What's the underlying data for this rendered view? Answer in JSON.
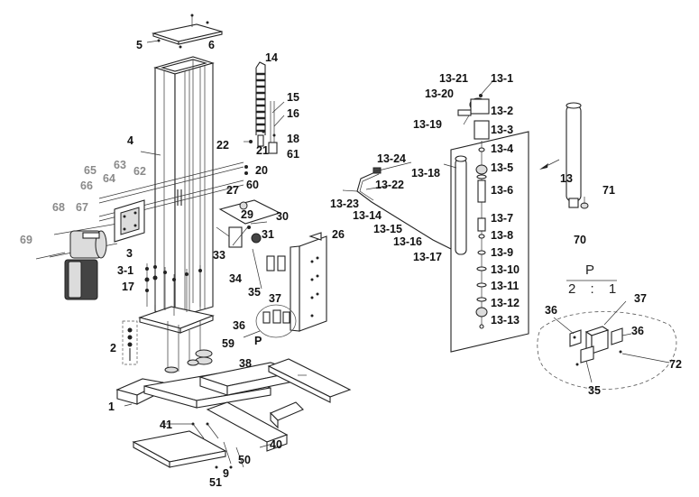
{
  "labels": [
    {
      "id": "5",
      "text": "5",
      "grey": false
    },
    {
      "id": "6",
      "text": "6",
      "grey": false
    },
    {
      "id": "14",
      "text": "14",
      "grey": false
    },
    {
      "id": "15",
      "text": "15",
      "grey": false
    },
    {
      "id": "16",
      "text": "16",
      "grey": false
    },
    {
      "id": "4",
      "text": "4",
      "grey": false
    },
    {
      "id": "22",
      "text": "22",
      "grey": false
    },
    {
      "id": "21",
      "text": "21",
      "grey": false
    },
    {
      "id": "18",
      "text": "18",
      "grey": false
    },
    {
      "id": "61",
      "text": "61",
      "grey": false
    },
    {
      "id": "20",
      "text": "20",
      "grey": false
    },
    {
      "id": "60",
      "text": "60",
      "grey": false
    },
    {
      "id": "65",
      "text": "65",
      "grey": true
    },
    {
      "id": "63",
      "text": "63",
      "grey": true
    },
    {
      "id": "64",
      "text": "64",
      "grey": true
    },
    {
      "id": "62",
      "text": "62",
      "grey": true
    },
    {
      "id": "66",
      "text": "66",
      "grey": true
    },
    {
      "id": "68",
      "text": "68",
      "grey": true
    },
    {
      "id": "67",
      "text": "67",
      "grey": true
    },
    {
      "id": "69",
      "text": "69",
      "grey": true
    },
    {
      "id": "27",
      "text": "27",
      "grey": false
    },
    {
      "id": "29",
      "text": "29",
      "grey": false
    },
    {
      "id": "30",
      "text": "30",
      "grey": false
    },
    {
      "id": "31",
      "text": "31",
      "grey": false
    },
    {
      "id": "33",
      "text": "33",
      "grey": false
    },
    {
      "id": "26",
      "text": "26",
      "grey": false
    },
    {
      "id": "34",
      "text": "34",
      "grey": false
    },
    {
      "id": "35",
      "text": "35",
      "grey": false
    },
    {
      "id": "37",
      "text": "37",
      "grey": false
    },
    {
      "id": "36",
      "text": "36",
      "grey": false
    },
    {
      "id": "P",
      "text": "P",
      "grey": false
    },
    {
      "id": "3",
      "text": "3",
      "grey": false
    },
    {
      "id": "3-1",
      "text": "3-1",
      "grey": false
    },
    {
      "id": "17",
      "text": "17",
      "grey": false
    },
    {
      "id": "2",
      "text": "2",
      "grey": false
    },
    {
      "id": "59",
      "text": "59",
      "grey": false
    },
    {
      "id": "38",
      "text": "38",
      "grey": false
    },
    {
      "id": "1",
      "text": "1",
      "grey": false
    },
    {
      "id": "41",
      "text": "41",
      "grey": false
    },
    {
      "id": "40",
      "text": "40",
      "grey": false
    },
    {
      "id": "50",
      "text": "50",
      "grey": false
    },
    {
      "id": "9",
      "text": "9",
      "grey": false
    },
    {
      "id": "51",
      "text": "51",
      "grey": false
    },
    {
      "id": "13-21",
      "text": "13-21",
      "grey": false
    },
    {
      "id": "13-1",
      "text": "13-1",
      "grey": false
    },
    {
      "id": "13-20",
      "text": "13-20",
      "grey": false
    },
    {
      "id": "13-2",
      "text": "13-2",
      "grey": false
    },
    {
      "id": "13-19",
      "text": "13-19",
      "grey": false
    },
    {
      "id": "13-3",
      "text": "13-3",
      "grey": false
    },
    {
      "id": "13-4",
      "text": "13-4",
      "grey": false
    },
    {
      "id": "13-24",
      "text": "13-24",
      "grey": false
    },
    {
      "id": "13-18",
      "text": "13-18",
      "grey": false
    },
    {
      "id": "13-5",
      "text": "13-5",
      "grey": false
    },
    {
      "id": "13-22",
      "text": "13-22",
      "grey": false
    },
    {
      "id": "13-6",
      "text": "13-6",
      "grey": false
    },
    {
      "id": "13-23",
      "text": "13-23",
      "grey": false
    },
    {
      "id": "13-14",
      "text": "13-14",
      "grey": false
    },
    {
      "id": "13-7",
      "text": "13-7",
      "grey": false
    },
    {
      "id": "13-15",
      "text": "13-15",
      "grey": false
    },
    {
      "id": "13-8",
      "text": "13-8",
      "grey": false
    },
    {
      "id": "13-16",
      "text": "13-16",
      "grey": false
    },
    {
      "id": "13-9",
      "text": "13-9",
      "grey": false
    },
    {
      "id": "13-17",
      "text": "13-17",
      "grey": false
    },
    {
      "id": "13-10",
      "text": "13-10",
      "grey": false
    },
    {
      "id": "13-11",
      "text": "13-11",
      "grey": false
    },
    {
      "id": "13-12",
      "text": "13-12",
      "grey": false
    },
    {
      "id": "13-13",
      "text": "13-13",
      "grey": false
    },
    {
      "id": "13",
      "text": "13",
      "grey": false
    },
    {
      "id": "71",
      "text": "71",
      "grey": false
    },
    {
      "id": "70",
      "text": "70",
      "grey": false
    },
    {
      "id": "d37",
      "text": "37",
      "grey": false
    },
    {
      "id": "d36a",
      "text": "36",
      "grey": false
    },
    {
      "id": "d36b",
      "text": "36",
      "grey": false
    },
    {
      "id": "d72",
      "text": "72",
      "grey": false
    },
    {
      "id": "d35",
      "text": "35",
      "grey": false
    }
  ],
  "detail": {
    "title": "P",
    "scale": "2 : 1"
  }
}
